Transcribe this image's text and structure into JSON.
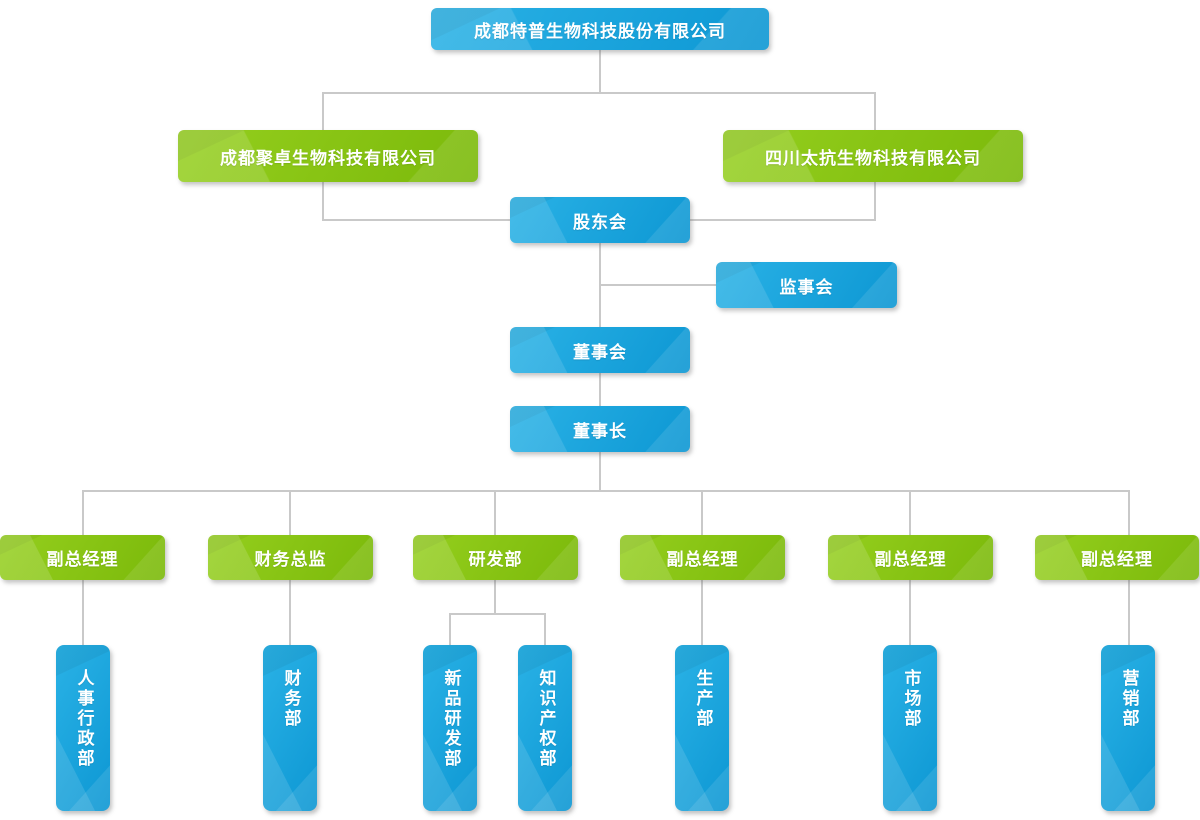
{
  "nodes": {
    "parent_company": {
      "label": "成都特普生物科技股份有限公司",
      "color": "blue"
    },
    "subsidiary_left": {
      "label": "成都聚卓生物科技有限公司",
      "color": "green"
    },
    "subsidiary_right": {
      "label": "四川太抗生物科技有限公司",
      "color": "green"
    },
    "shareholders": {
      "label": "股东会",
      "color": "blue"
    },
    "supervisors": {
      "label": "监事会",
      "color": "blue"
    },
    "board": {
      "label": "董事会",
      "color": "blue"
    },
    "chairman": {
      "label": "董事长",
      "color": "blue"
    },
    "managers": [
      {
        "label": "副总经理",
        "color": "green"
      },
      {
        "label": "财务总监",
        "color": "green"
      },
      {
        "label": "研发部",
        "color": "green"
      },
      {
        "label": "副总经理",
        "color": "green"
      },
      {
        "label": "副总经理",
        "color": "green"
      },
      {
        "label": "副总经理",
        "color": "green"
      }
    ],
    "departments": [
      {
        "label": "人事行政部",
        "color": "blue"
      },
      {
        "label": "财务部",
        "color": "blue"
      },
      {
        "label": "新品研发部",
        "color": "blue"
      },
      {
        "label": "知识产权部",
        "color": "blue"
      },
      {
        "label": "生产部",
        "color": "blue"
      },
      {
        "label": "市场部",
        "color": "blue"
      },
      {
        "label": "营销部",
        "color": "blue"
      }
    ],
    "edges": [
      [
        "parent_company",
        "subsidiary_left"
      ],
      [
        "parent_company",
        "subsidiary_right"
      ],
      [
        "subsidiary_left",
        "shareholders"
      ],
      [
        "subsidiary_right",
        "shareholders"
      ],
      [
        "shareholders",
        "supervisors"
      ],
      [
        "shareholders",
        "board"
      ],
      [
        "board",
        "chairman"
      ],
      [
        "chairman",
        "managers.0"
      ],
      [
        "chairman",
        "managers.1"
      ],
      [
        "chairman",
        "managers.2"
      ],
      [
        "chairman",
        "managers.3"
      ],
      [
        "chairman",
        "managers.4"
      ],
      [
        "chairman",
        "managers.5"
      ],
      [
        "managers.0",
        "departments.0"
      ],
      [
        "managers.1",
        "departments.1"
      ],
      [
        "managers.2",
        "departments.2"
      ],
      [
        "managers.2",
        "departments.3"
      ],
      [
        "managers.3",
        "departments.4"
      ],
      [
        "managers.4",
        "departments.5"
      ],
      [
        "managers.5",
        "departments.6"
      ]
    ]
  },
  "colors": {
    "box_blue": "#149fd8",
    "box_green": "#85c412",
    "connector_line": "#c9c9c9",
    "text": "#ffffff",
    "background": "#ffffff"
  }
}
